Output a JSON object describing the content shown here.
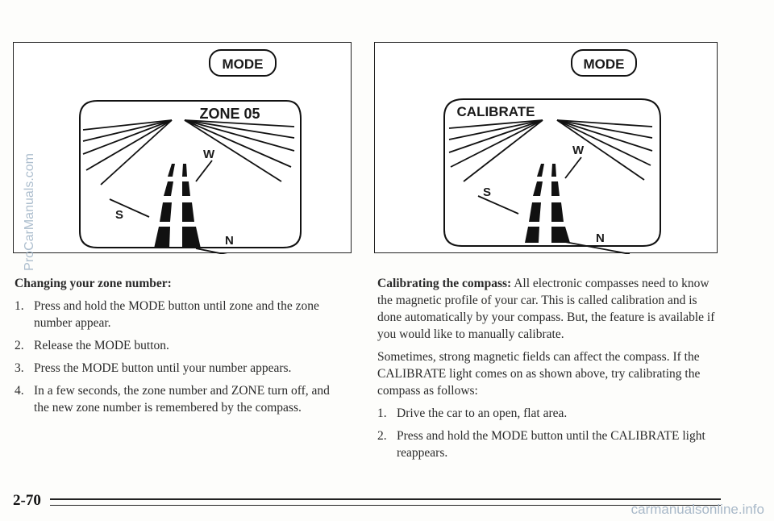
{
  "figures": {
    "left": {
      "mode_button": "MODE",
      "display_text": "ZONE 05",
      "west": "W",
      "south": "S",
      "north": "N"
    },
    "right": {
      "mode_button": "MODE",
      "display_text": "CALIBRATE",
      "west": "W",
      "south": "S",
      "north": "N"
    }
  },
  "left_column": {
    "heading": "Changing your zone number:",
    "steps": [
      {
        "num": "1.",
        "text": "Press and hold the MODE button until zone and the zone number appear."
      },
      {
        "num": "2.",
        "text": "Release the MODE button."
      },
      {
        "num": "3.",
        "text": "Press the MODE button until your number appears."
      },
      {
        "num": "4.",
        "text": "In a few seconds, the zone number and ZONE turn off, and the new zone number is remembered by the compass."
      }
    ]
  },
  "right_column": {
    "heading": "Calibrating the compass:",
    "intro": "All electronic compasses need to know the magnetic profile of your car. This is called calibration and is done automatically by your compass. But, the feature is available if you would like to manually calibrate.",
    "para2": "Sometimes, strong magnetic fields can affect the compass. If the CALIBRATE light comes on as shown above, try calibrating the compass as follows:",
    "steps": [
      {
        "num": "1.",
        "text": "Drive the car to an open, flat area."
      },
      {
        "num": "2.",
        "text": "Press and hold the MODE button until the CALIBRATE light reappears."
      }
    ]
  },
  "footer": {
    "page_number": "2-70"
  },
  "watermarks": {
    "side": "ProCarManuals.com",
    "bottom": "carmanualsonline.info"
  }
}
